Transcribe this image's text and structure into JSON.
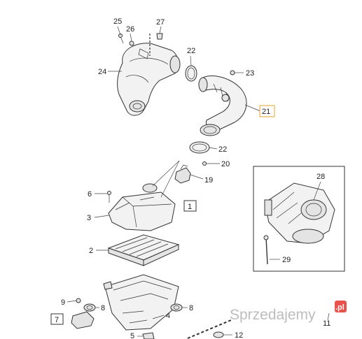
{
  "callouts": [
    {
      "id": "c25",
      "text": "25"
    },
    {
      "id": "c26",
      "text": "26"
    },
    {
      "id": "c27",
      "text": "27"
    },
    {
      "id": "c24",
      "text": "24"
    },
    {
      "id": "c22a",
      "text": "22"
    },
    {
      "id": "c23",
      "text": "23"
    },
    {
      "id": "c21",
      "text": "21"
    },
    {
      "id": "c22b",
      "text": "22"
    },
    {
      "id": "c20",
      "text": "20"
    },
    {
      "id": "c19",
      "text": "19"
    },
    {
      "id": "c6",
      "text": "6"
    },
    {
      "id": "c1",
      "text": "1"
    },
    {
      "id": "c3",
      "text": "3"
    },
    {
      "id": "c2",
      "text": "2"
    },
    {
      "id": "c9",
      "text": "9"
    },
    {
      "id": "c8a",
      "text": "8"
    },
    {
      "id": "c8b",
      "text": "8"
    },
    {
      "id": "c7",
      "text": "7"
    },
    {
      "id": "c4",
      "text": "4"
    },
    {
      "id": "c5",
      "text": "5"
    },
    {
      "id": "c12",
      "text": "12"
    },
    {
      "id": "c11",
      "text": "11"
    },
    {
      "id": "c28",
      "text": "28"
    },
    {
      "id": "c29",
      "text": "29"
    }
  ],
  "watermark": {
    "text": "Sprzedajemy",
    "suffix": ".pl"
  }
}
